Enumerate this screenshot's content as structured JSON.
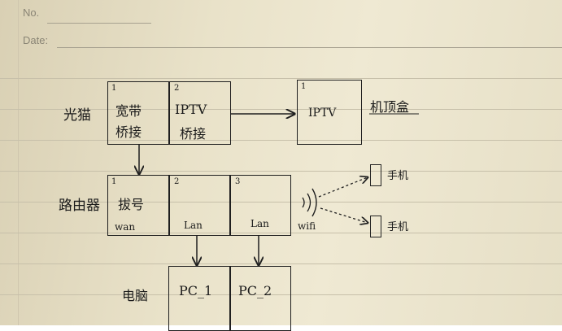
{
  "header": {
    "no_label": "No.",
    "date_label": "Date:"
  },
  "modem": {
    "label": "光猫",
    "port1": {
      "num": "1",
      "line1": "宽带",
      "line2": "桥接"
    },
    "port2": {
      "num": "2",
      "line1": "IPTV",
      "line2": "桥接"
    }
  },
  "stb": {
    "num": "1",
    "label": "IPTV",
    "name": "机顶盒"
  },
  "router": {
    "label": "路由器",
    "port1": {
      "num": "1",
      "line1": "拔号",
      "line2": "wan"
    },
    "port2": {
      "num": "2",
      "line2": "Lan"
    },
    "port3": {
      "num": "3",
      "line2": "Lan"
    },
    "wifi": "wifi"
  },
  "phones": [
    {
      "label": "手机"
    },
    {
      "label": "手机"
    }
  ],
  "pcs": {
    "label": "电脑",
    "pc1": "PC_1",
    "pc2": "PC_2"
  }
}
